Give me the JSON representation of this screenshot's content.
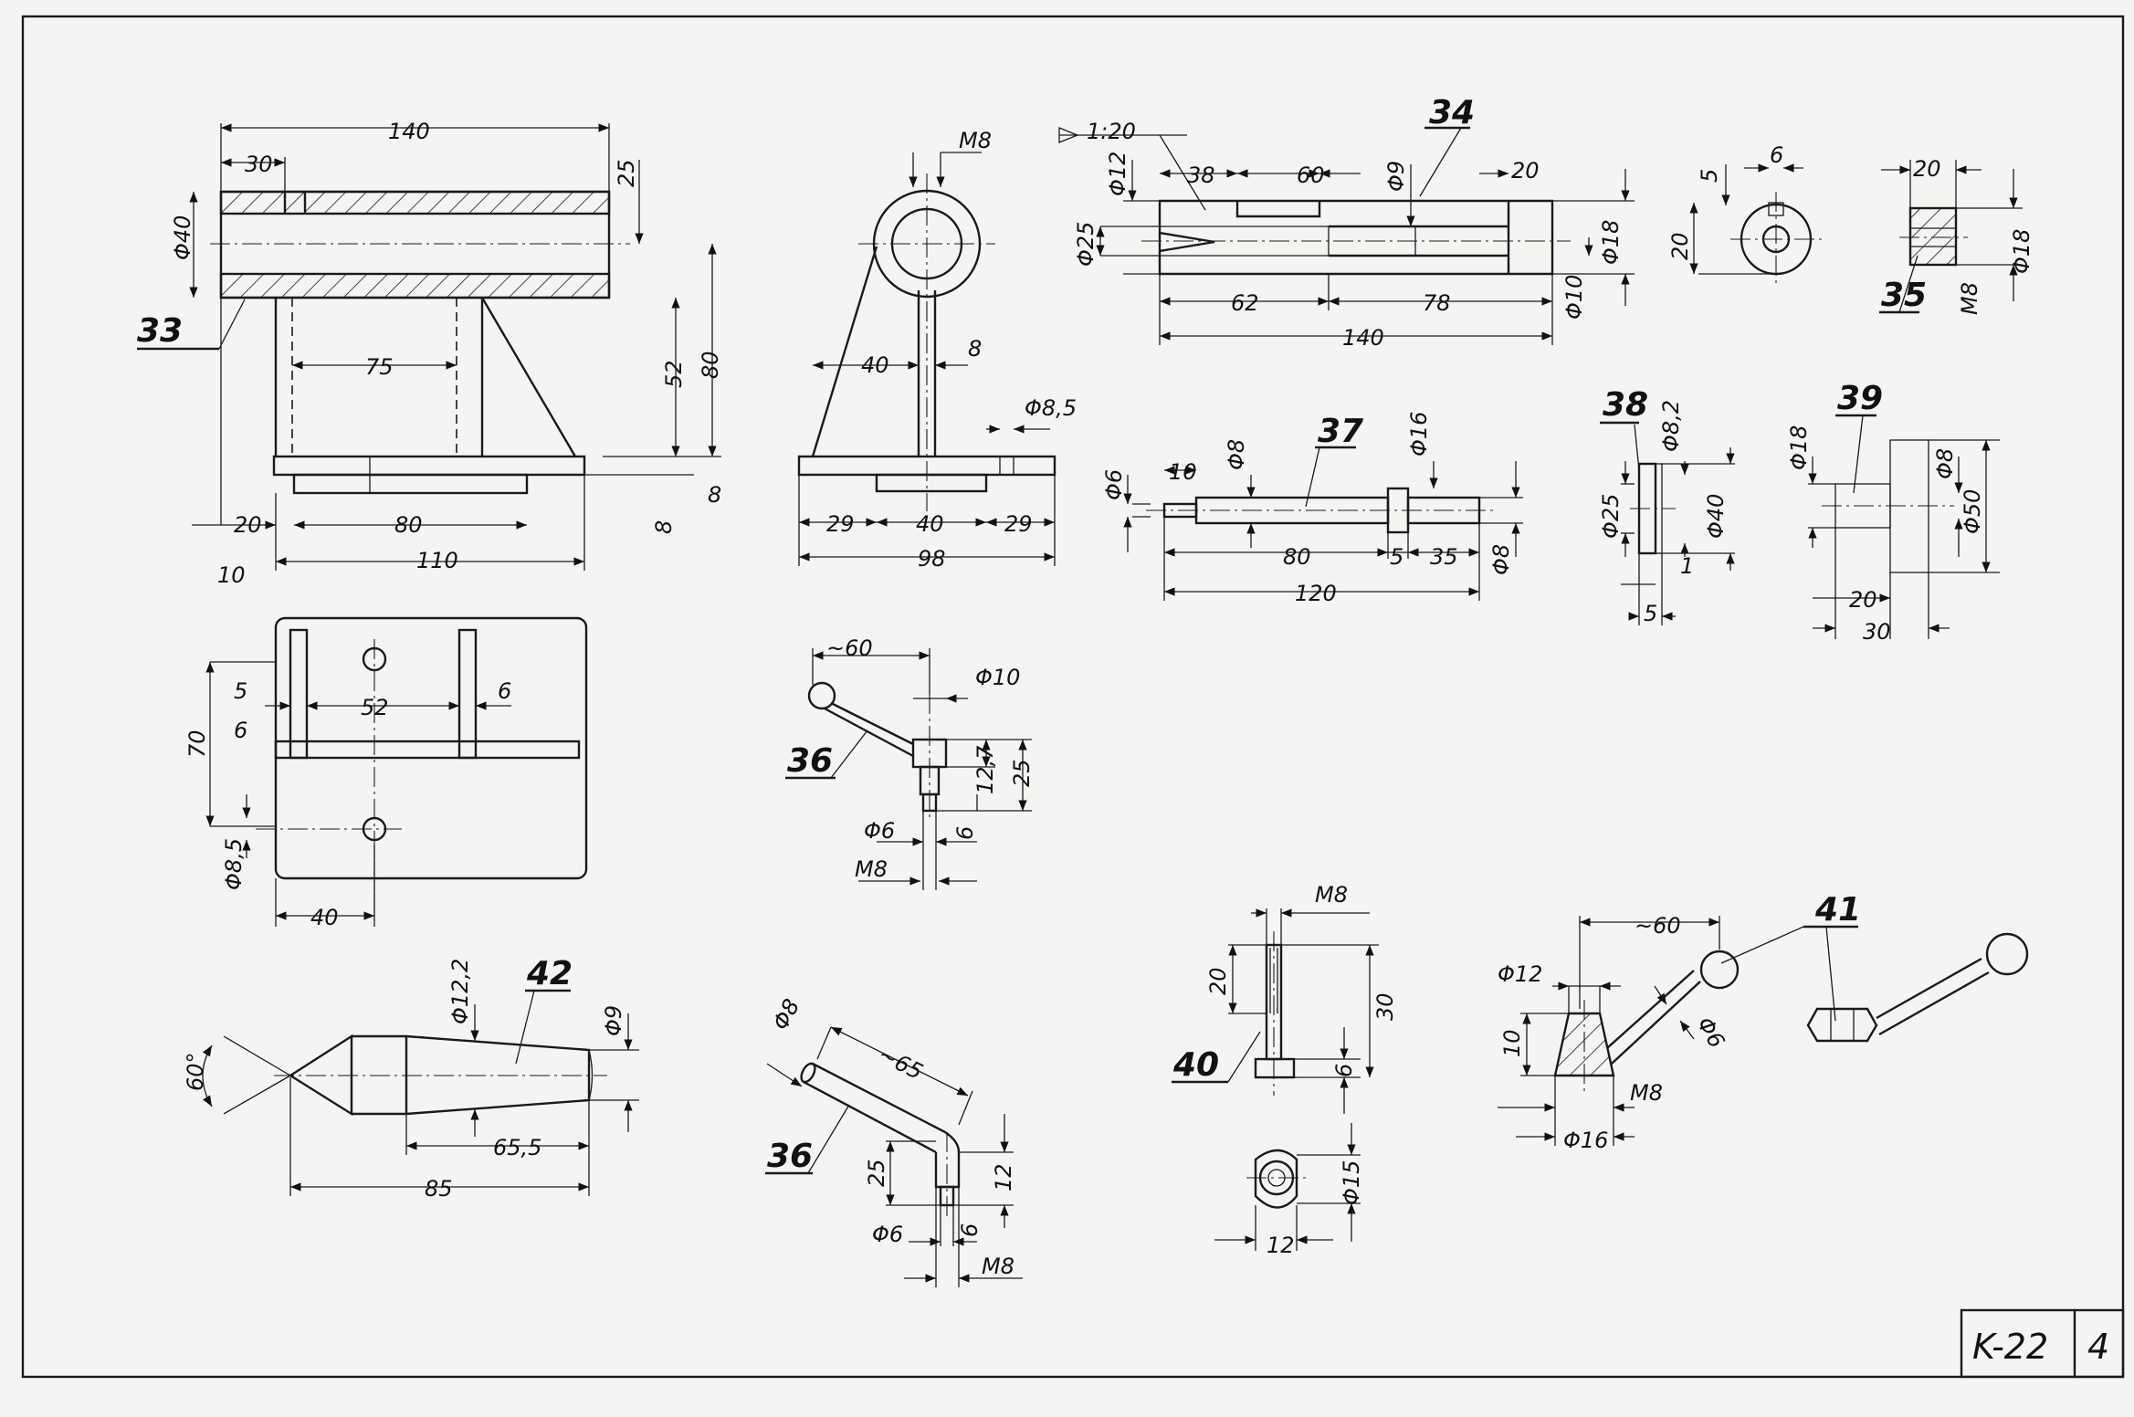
{
  "sheet": {
    "code": "K-22",
    "number": "4"
  },
  "parts": {
    "p33": {
      "label": "33",
      "dims": [
        "140",
        "30",
        "25",
        "Φ40",
        "75",
        "52",
        "80",
        "8",
        "20",
        "80",
        "8",
        "10",
        "110"
      ]
    },
    "p33_plan": {
      "dims": [
        "5",
        "52",
        "6",
        "6",
        "70",
        "Φ8,5",
        "40"
      ]
    },
    "p33_side": {
      "dims": [
        "M8",
        "40",
        "8",
        "Φ8,5",
        "29",
        "40",
        "29",
        "98"
      ]
    },
    "p34": {
      "label": "34",
      "dims": [
        "1:20",
        "38",
        "60",
        "20",
        "Φ12",
        "Φ9",
        "Φ25",
        "Φ18",
        "62",
        "78",
        "140",
        "Φ10"
      ]
    },
    "p34_end": {
      "dims": [
        "5",
        "6",
        "20"
      ]
    },
    "p35": {
      "label": "35",
      "dims": [
        "20",
        "Φ18",
        "M8"
      ]
    },
    "p36a": {
      "label": "36",
      "dims": [
        "~60",
        "Φ10",
        "12,7",
        "25",
        "Φ6",
        "6",
        "M8"
      ]
    },
    "p36b": {
      "label": "36",
      "dims": [
        "Φ8",
        "~65",
        "25",
        "12",
        "Φ6",
        "6",
        "M8"
      ]
    },
    "p37": {
      "label": "37",
      "dims": [
        "Φ6",
        "10",
        "Φ8",
        "Φ16",
        "80",
        "5",
        "35",
        "Φ8",
        "120"
      ]
    },
    "p38": {
      "label": "38",
      "dims": [
        "Φ8,2",
        "Φ25",
        "Φ40",
        "1",
        "5"
      ]
    },
    "p39": {
      "label": "39",
      "dims": [
        "Φ18",
        "Φ8",
        "Φ50",
        "20",
        "30"
      ]
    },
    "p40": {
      "label": "40",
      "dims": [
        "M8",
        "20",
        "30",
        "6",
        "Φ15",
        "12"
      ]
    },
    "p41": {
      "label": "41",
      "dims": [
        "~60",
        "Φ12",
        "10",
        "Φ6",
        "M8",
        "Φ16"
      ]
    },
    "p42": {
      "label": "42",
      "dims": [
        "60°",
        "Φ12,2",
        "Φ9",
        "65,5",
        "85"
      ]
    }
  }
}
